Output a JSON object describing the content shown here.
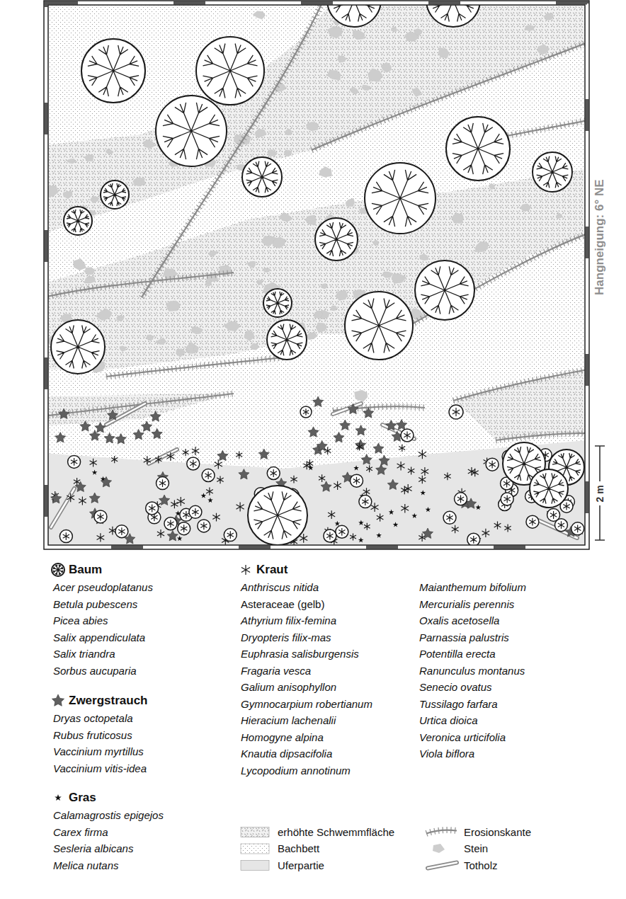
{
  "diagram": {
    "labels": [
      "Acer pseudoplatanus",
      "Betula pubescens",
      "Picea abies",
      "Salix appendiculata",
      "Salix triandra",
      "Sorbus aucuparia",
      "Dryas octopetala",
      "Rubus fruticosus",
      "Vaccinium myrtillus",
      "Vaccinium vitis-idea",
      "Calamagrostis epigejos",
      "Carex firma",
      "Sesleria albicans",
      "Melica nutans",
      "Anthriscus nitida",
      "Asteraceae (gelb)",
      "Athyrium filix-femina",
      "Dryopteris filix-mas",
      "Euphrasia salisburgensis",
      "Fragaria vesca",
      "Galium anisophyllon",
      "Gymnocarpium robertianum",
      "Hieracium lachenalii",
      "Homogyne alpina",
      "Knautia dipsacifolia",
      "Lycopodium annotinum",
      "Maianthemum bifolium",
      "Mercurialis perennis",
      "Oxalis acetosella",
      "Parnassia palustris",
      "Potentilla erecta",
      "Ranunculus montanus",
      "Senecio ovatus",
      "Tussilago farfara",
      "Urtica dioica",
      "Veronica urticifolia",
      "Viola biflora",
      "Hangneigung: 6° NE",
      "2 m"
    ],
    "legend": [
      {
        "text": "Baum"
      },
      {
        "text": "Zwergstrauch"
      },
      {
        "text": "Gras"
      },
      {
        "text": "Kraut"
      },
      {
        "text": "erhöhte Schwemmfläche"
      },
      {
        "text": "Bachbett"
      },
      {
        "text": "Uferpartie",
        "color": "#e6e6e6"
      },
      {
        "text": "Erosionskante"
      },
      {
        "text": "Stein"
      },
      {
        "text": "Totholz"
      }
    ]
  }
}
